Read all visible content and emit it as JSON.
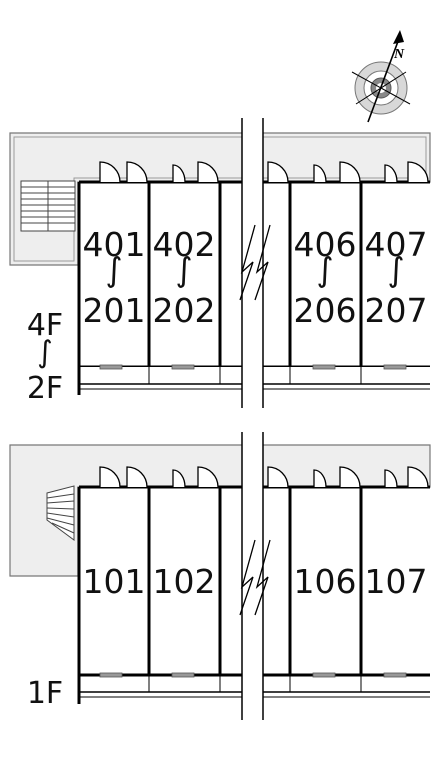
{
  "compass": {
    "north_label": "N",
    "icon": "compass-rose"
  },
  "upper_block": {
    "floor_range_label": {
      "top": "4F",
      "connector": "∫",
      "bottom": "2F"
    },
    "units": [
      {
        "top": "401",
        "connector": "∫",
        "bottom": "201"
      },
      {
        "top": "402",
        "connector": "∫",
        "bottom": "202"
      },
      {
        "top": "406",
        "connector": "∫",
        "bottom": "206"
      },
      {
        "top": "407",
        "connector": "∫",
        "bottom": "207"
      }
    ]
  },
  "lower_block": {
    "floor_label": "1F",
    "units": [
      "101",
      "102",
      "106",
      "107"
    ]
  }
}
